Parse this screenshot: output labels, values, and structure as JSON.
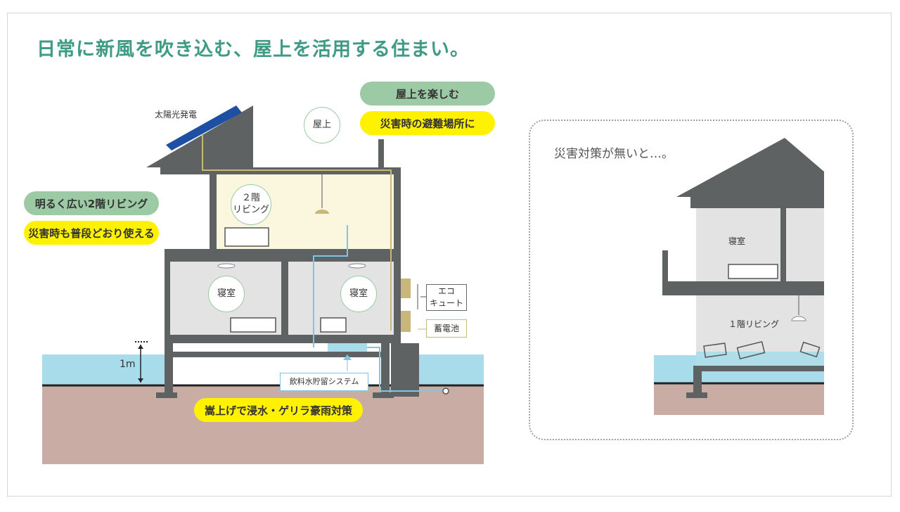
{
  "title": "日常に新風を吹き込む、屋上を活用する住まい。",
  "main_house": {
    "solar_label": "太陽光発電",
    "rooftop_label": "屋上",
    "living_label": "２階\nリビング",
    "bedroom_left_label": "寝室",
    "bedroom_right_label": "寝室",
    "flood_height_label": "1m",
    "ecocute_label": "エコ\nキュート",
    "battery_label": "蓄電池",
    "water_storage_label": "飲料水貯留システム"
  },
  "callouts": {
    "rooftop_enjoy": "屋上を楽しむ",
    "rooftop_evacuation": "災害時の避難場所に",
    "living_bright": "明るく広い2階リビング",
    "living_disaster": "災害時も普段どおり使える",
    "raised_floor": "嵩上げで浸水・ゲリラ豪雨対策"
  },
  "comparison": {
    "title": "災害対策が無いと…。",
    "bedroom_label": "寝室",
    "living_label": "１階リビング"
  },
  "colors": {
    "accent_green": "#3f9a86",
    "pill_green": "#9ccaa5",
    "pill_yellow": "#fff200",
    "house_gray": "#5f6263",
    "water_blue": "#a8dcea",
    "ground_pink": "#c9ada5",
    "living_light": "#fbf7de"
  }
}
